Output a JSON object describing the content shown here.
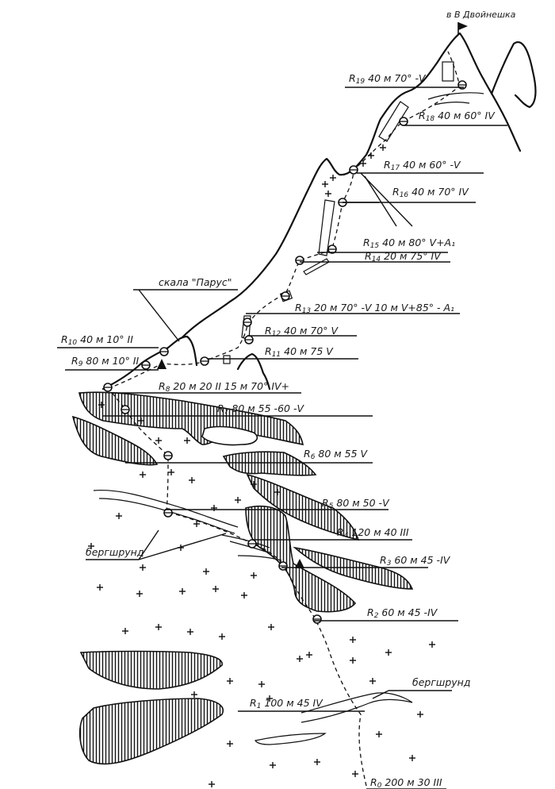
{
  "summit_label": "в В Двойнешка",
  "features": {
    "rock_parus": "скала \"Парус\"",
    "bergschrund_left": "бергшрунд",
    "bergschrund_right": "бергшрунд"
  },
  "pitches": [
    {
      "id": "R19",
      "prefix": "R",
      "num": "19",
      "text": "40 м 70° -V"
    },
    {
      "id": "R18",
      "prefix": "R",
      "num": "18",
      "text": "40 м 60° IV"
    },
    {
      "id": "R17",
      "prefix": "R",
      "num": "17",
      "text": "40 м 60° -V"
    },
    {
      "id": "R16",
      "prefix": "R",
      "num": "16",
      "text": "40 м 70° IV"
    },
    {
      "id": "R15",
      "prefix": "R",
      "num": "15",
      "text": "40 м 80° V+A₁"
    },
    {
      "id": "R14",
      "prefix": "R",
      "num": "14",
      "text": "20 м 75° IV"
    },
    {
      "id": "R13",
      "prefix": "R",
      "num": "13",
      "text": "20 м 70° -V 10 м V+85° - A₁"
    },
    {
      "id": "R12",
      "prefix": "R",
      "num": "12",
      "text": "40 м 70° V"
    },
    {
      "id": "R11",
      "prefix": "R",
      "num": "11",
      "text": "40 м 75 V"
    },
    {
      "id": "R10",
      "prefix": "R",
      "num": "10",
      "text": "40 м 10° II"
    },
    {
      "id": "R9",
      "prefix": "R",
      "num": "9",
      "text": "80 м 10° II"
    },
    {
      "id": "R8",
      "prefix": "R",
      "num": "8",
      "text": "20 м 20 II 15 м 70° IV+"
    },
    {
      "id": "R7",
      "prefix": "R",
      "num": "7",
      "text": "80 м 55 -60 -V"
    },
    {
      "id": "R6",
      "prefix": "R",
      "num": "6",
      "text": "80 м 55 V"
    },
    {
      "id": "R5",
      "prefix": "R",
      "num": "5",
      "text": "80 м 50 -V"
    },
    {
      "id": "R4",
      "prefix": "R",
      "num": "4",
      "text": "120 м 40 III"
    },
    {
      "id": "R3",
      "prefix": "R",
      "num": "3",
      "text": "60 м 45 -IV"
    },
    {
      "id": "R2",
      "prefix": "R",
      "num": "2",
      "text": "60 м 45 -IV"
    },
    {
      "id": "R1",
      "prefix": "R",
      "num": "1",
      "text": "100 м 45 IV"
    },
    {
      "id": "R0",
      "prefix": "R",
      "num": "0",
      "text": "200 м 30 III"
    }
  ]
}
